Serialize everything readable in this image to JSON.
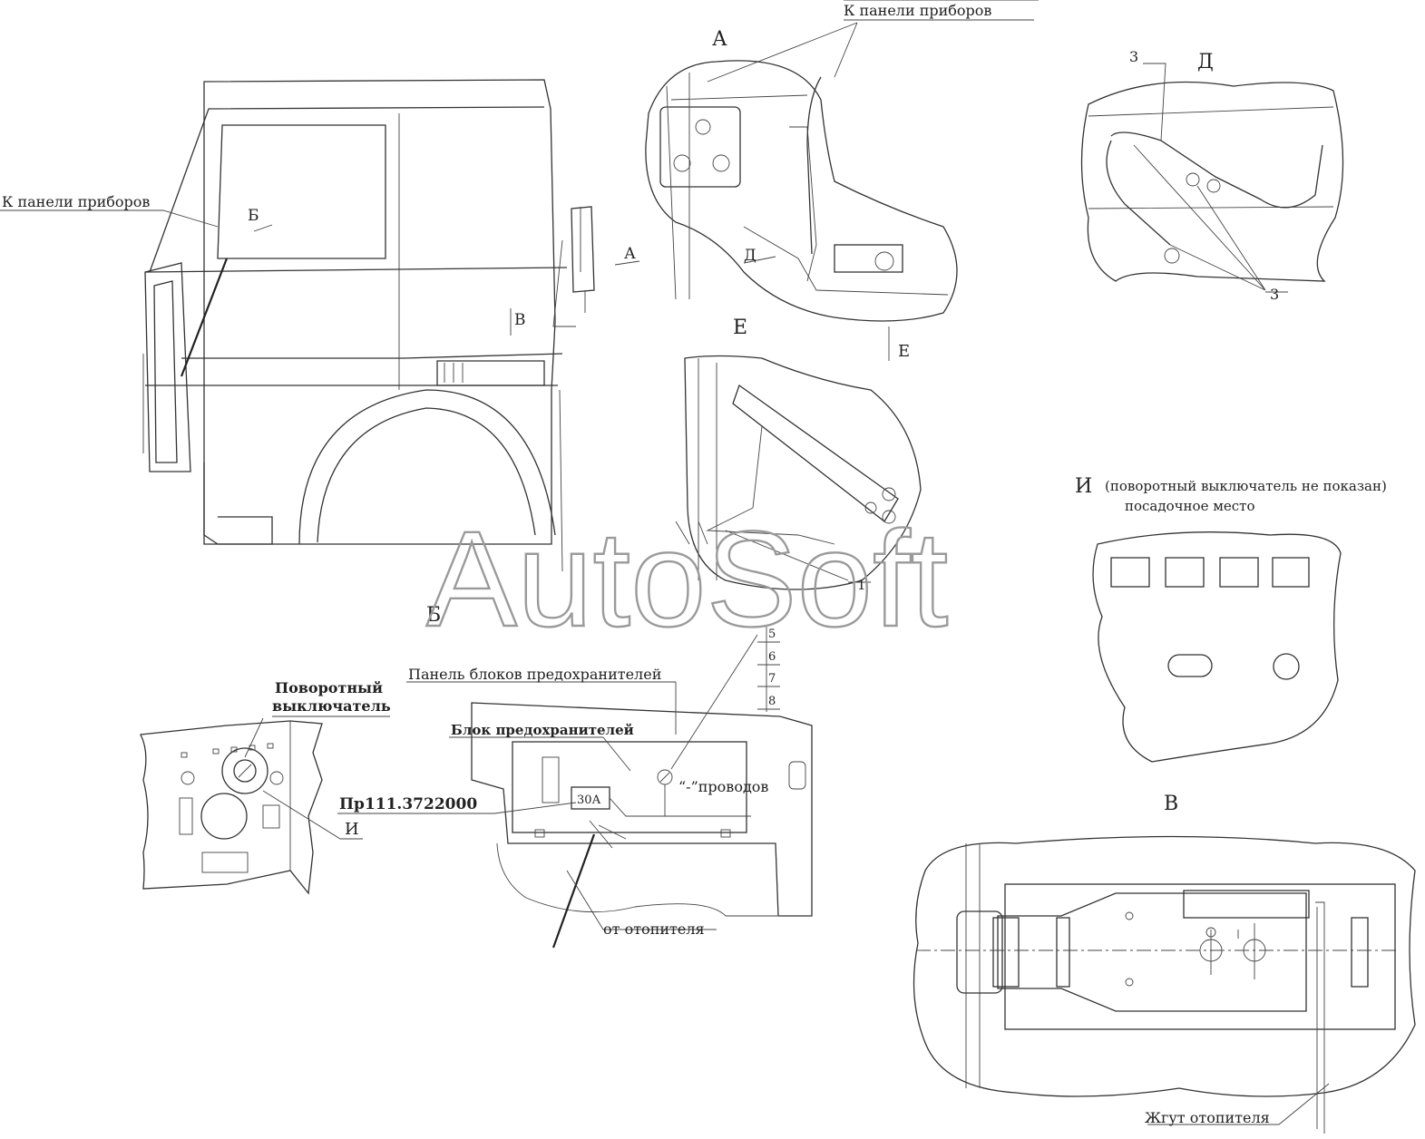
{
  "views": {
    "A": "А",
    "B": "Б",
    "V": "В",
    "D": "Д",
    "E": "Е",
    "I": "И"
  },
  "labels": {
    "k_paneli_top": "К панели приборов",
    "k_paneli_left": "К панели приборов",
    "panel_blokov": "Панель блоков предохранителей",
    "blok_predohr": "Блок предохранителей",
    "provodov": "“-”проводов",
    "pr111": "Пр111.3722000",
    "fuse_30a": "30А",
    "ot_otopitelya": "от отопителя",
    "povorotny_1": "Поворотный",
    "povorotny_2": "выключатель",
    "i_caption": "(поворотный выключатель не показан)",
    "posadochnoe": "посадочное место",
    "zhgut": "Жгут отопителя"
  },
  "callouts": {
    "three_top": "3",
    "three_bottom": "3",
    "one": "1",
    "five": "5",
    "six": "6",
    "seven": "7",
    "eight": "8"
  },
  "watermark": "AutoSoft"
}
